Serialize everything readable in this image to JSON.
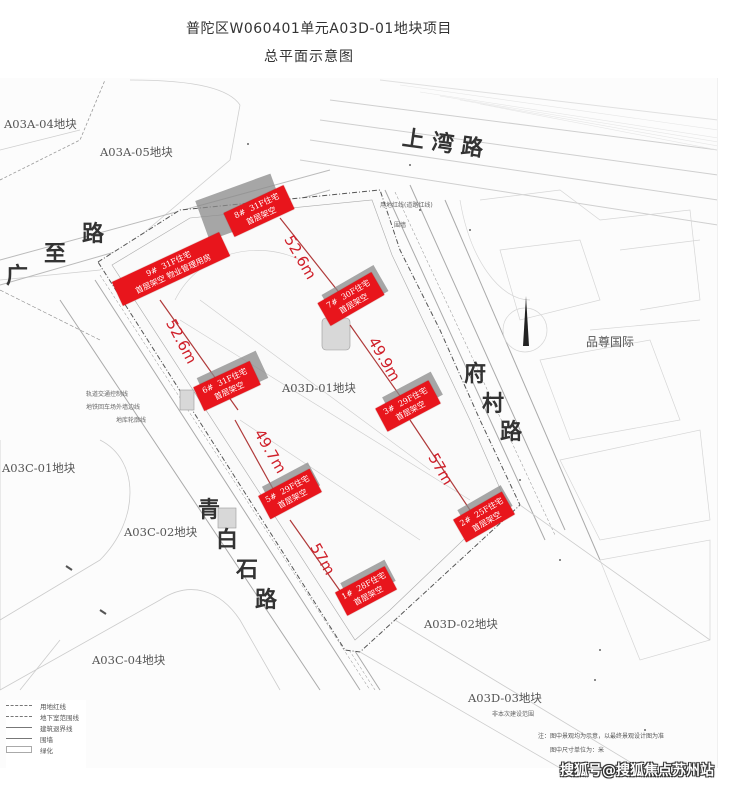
{
  "title": {
    "line1": "普陀区W060401单元A03D-01地块项目",
    "line2": "总平面示意图"
  },
  "plots": {
    "a03a_04": "A03A-04地块",
    "a03a_05": "A03A-05地块",
    "a03d_01": "A03D-01地块",
    "a03c_01": "A03C-01地块",
    "a03c_02": "A03C-02地块",
    "a03c_04": "A03C-04地块",
    "a03d_02": "A03D-02地块",
    "a03d_03": "A03D-03地块",
    "a03d_03_sub": "非本次建设范围",
    "pinzun": "品尊国际"
  },
  "roads": {
    "shangwan": "上 湾 路",
    "guangzhi": [
      "广",
      "至",
      "路"
    ],
    "qingbaishi": [
      "青",
      "白",
      "石",
      "路"
    ],
    "fucun": [
      "府",
      "村",
      "路"
    ]
  },
  "annotations": {
    "red_line": "用地红线(道路红线)",
    "wall": "围墙",
    "rail_control": "轨道交通控制线",
    "metro_wall": "地铁回车场外墙边线",
    "basement_outline": "地库轮廓线"
  },
  "buildings": [
    {
      "id": "9#",
      "floors": "31F住宅",
      "line2": "首层架空 物业管理用房"
    },
    {
      "id": "8#",
      "floors": "31F住宅",
      "line2": "首层架空"
    },
    {
      "id": "7#",
      "floors": "30F住宅",
      "line2": "首层架空"
    },
    {
      "id": "6#",
      "floors": "31F住宅",
      "line2": "首层架空"
    },
    {
      "id": "3#",
      "floors": "29F住宅",
      "line2": "首层架空"
    },
    {
      "id": "5#",
      "floors": "29F住宅",
      "line2": "首层架空"
    },
    {
      "id": "2#",
      "floors": "25F住宅",
      "line2": "首层架空"
    },
    {
      "id": "1#",
      "floors": "28F住宅",
      "line2": "首层架空"
    }
  ],
  "distances": {
    "d_9_6": "52.6m",
    "d_8_7": "52.6m",
    "d_7_3": "49.9m",
    "d_6_5": "49.7m",
    "d_3_2": "57m",
    "d_5_1": "57m"
  },
  "legend": [
    {
      "label": "用地红线",
      "style": "dashed"
    },
    {
      "label": "地下室范围线",
      "style": "dashed"
    },
    {
      "label": "建筑退界线",
      "style": "solid"
    },
    {
      "label": "围墙",
      "style": "solid"
    },
    {
      "label": "绿化",
      "style": "box"
    }
  ],
  "note": {
    "line1": "注：图中景观均为示意，以最终景观设计图为准",
    "line2": "图中尺寸单位为：米"
  },
  "watermark": "搜狐号@搜狐焦点苏州站",
  "colors": {
    "building_red": "#e8151c",
    "distance_line": "#b03a3a",
    "background": "#ffffff"
  }
}
